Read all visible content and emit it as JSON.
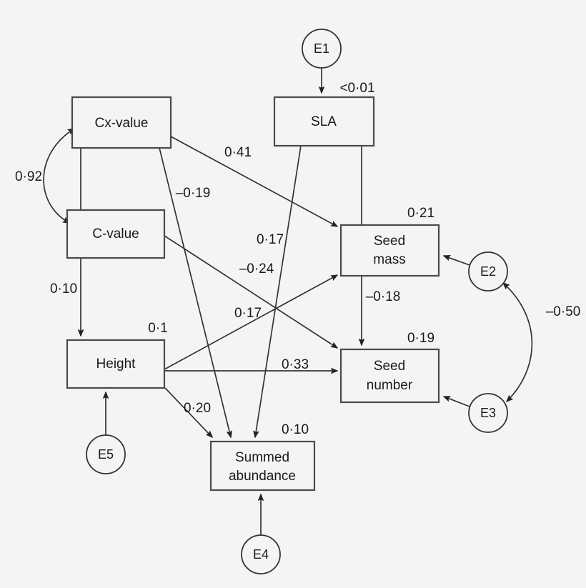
{
  "figure": {
    "type": "path-diagram",
    "description": "Structural equation model path diagram of plant traits",
    "background_color": "#f4f4f4",
    "line_color": "#333333",
    "box_stroke_color": "#4a4a4a"
  },
  "nodes": {
    "cx_value": {
      "label": "Cx-value",
      "shape": "rectangle"
    },
    "c_value": {
      "label": "C-value",
      "shape": "rectangle"
    },
    "height": {
      "label": "Height",
      "shape": "rectangle"
    },
    "sla": {
      "label": "SLA",
      "shape": "rectangle"
    },
    "seed_mass_line1": {
      "label": "Seed",
      "shape": "rectangle"
    },
    "seed_mass_line2": {
      "label": "mass"
    },
    "seed_number_line1": {
      "label": "Seed",
      "shape": "rectangle"
    },
    "seed_number_line2": {
      "label": "number"
    },
    "summed_abundance_line1": {
      "label": "Summed",
      "shape": "rectangle"
    },
    "summed_abundance_line2": {
      "label": "abundance"
    },
    "e1": {
      "label": "E1",
      "shape": "circle"
    },
    "e2": {
      "label": "E2",
      "shape": "circle"
    },
    "e3": {
      "label": "E3",
      "shape": "circle"
    },
    "e4": {
      "label": "E4",
      "shape": "circle"
    },
    "e5": {
      "label": "E5",
      "shape": "circle"
    }
  },
  "r_squared": {
    "sla": "<0·01",
    "seed_mass": "0·21",
    "seed_number": "0·19",
    "height": "0·1",
    "summed_abundance": "0·10"
  },
  "coefficients": {
    "cx_c_correlation": "0·92",
    "cx_to_seed_mass": "0·41",
    "cx_to_summed_abundance": "–0·19",
    "cx_to_height": "0·10",
    "sla_to_summed_abundance": "0·17",
    "sla_to_seed_number": "–0·18",
    "c_to_seed_number": "–0·24",
    "height_to_seed_mass": "0·17",
    "height_to_seed_number": "0·33",
    "height_to_summed_abundance": "0·20",
    "e2_e3_correlation": "–0·50"
  },
  "chart_data": {
    "type": "diagram",
    "title": "",
    "nodes": [
      {
        "id": "cx_value",
        "label": "Cx-value",
        "kind": "box"
      },
      {
        "id": "c_value",
        "label": "C-value",
        "kind": "box"
      },
      {
        "id": "height",
        "label": "Height",
        "kind": "box",
        "r2": "0·1"
      },
      {
        "id": "sla",
        "label": "SLA",
        "kind": "box",
        "r2": "<0·01"
      },
      {
        "id": "seed_mass",
        "label": "Seed mass",
        "kind": "box",
        "r2": "0·21"
      },
      {
        "id": "seed_number",
        "label": "Seed number",
        "kind": "box",
        "r2": "0·19"
      },
      {
        "id": "summed_abundance",
        "label": "Summed abundance",
        "kind": "box",
        "r2": "0·10"
      },
      {
        "id": "e1",
        "label": "E1",
        "kind": "circle"
      },
      {
        "id": "e2",
        "label": "E2",
        "kind": "circle"
      },
      {
        "id": "e3",
        "label": "E3",
        "kind": "circle"
      },
      {
        "id": "e4",
        "label": "E4",
        "kind": "circle"
      },
      {
        "id": "e5",
        "label": "E5",
        "kind": "circle"
      }
    ],
    "edges": [
      {
        "from": "cx_value",
        "to": "c_value",
        "label": "0·92",
        "arrow": "double",
        "style": "curved"
      },
      {
        "from": "cx_value",
        "to": "seed_mass",
        "label": "0·41",
        "arrow": "single"
      },
      {
        "from": "cx_value",
        "to": "summed_abundance",
        "label": "–0·19",
        "arrow": "single"
      },
      {
        "from": "cx_value",
        "to": "height",
        "label": "0·10",
        "arrow": "single"
      },
      {
        "from": "c_value",
        "to": "seed_number",
        "label": "–0·24",
        "arrow": "single"
      },
      {
        "from": "sla",
        "to": "summed_abundance",
        "label": "0·17",
        "arrow": "single"
      },
      {
        "from": "sla",
        "to": "seed_number",
        "label": "–0·18",
        "arrow": "single"
      },
      {
        "from": "height",
        "to": "seed_mass",
        "label": "0·17",
        "arrow": "single"
      },
      {
        "from": "height",
        "to": "seed_number",
        "label": "0·33",
        "arrow": "single"
      },
      {
        "from": "height",
        "to": "summed_abundance",
        "label": "0·20",
        "arrow": "single"
      },
      {
        "from": "e1",
        "to": "sla",
        "label": "",
        "arrow": "single"
      },
      {
        "from": "e2",
        "to": "seed_mass",
        "label": "",
        "arrow": "single"
      },
      {
        "from": "e3",
        "to": "seed_number",
        "label": "",
        "arrow": "single"
      },
      {
        "from": "e4",
        "to": "summed_abundance",
        "label": "",
        "arrow": "single"
      },
      {
        "from": "e5",
        "to": "height",
        "label": "",
        "arrow": "single"
      },
      {
        "from": "e2",
        "to": "e3",
        "label": "–0·50",
        "arrow": "double",
        "style": "curved"
      }
    ]
  }
}
